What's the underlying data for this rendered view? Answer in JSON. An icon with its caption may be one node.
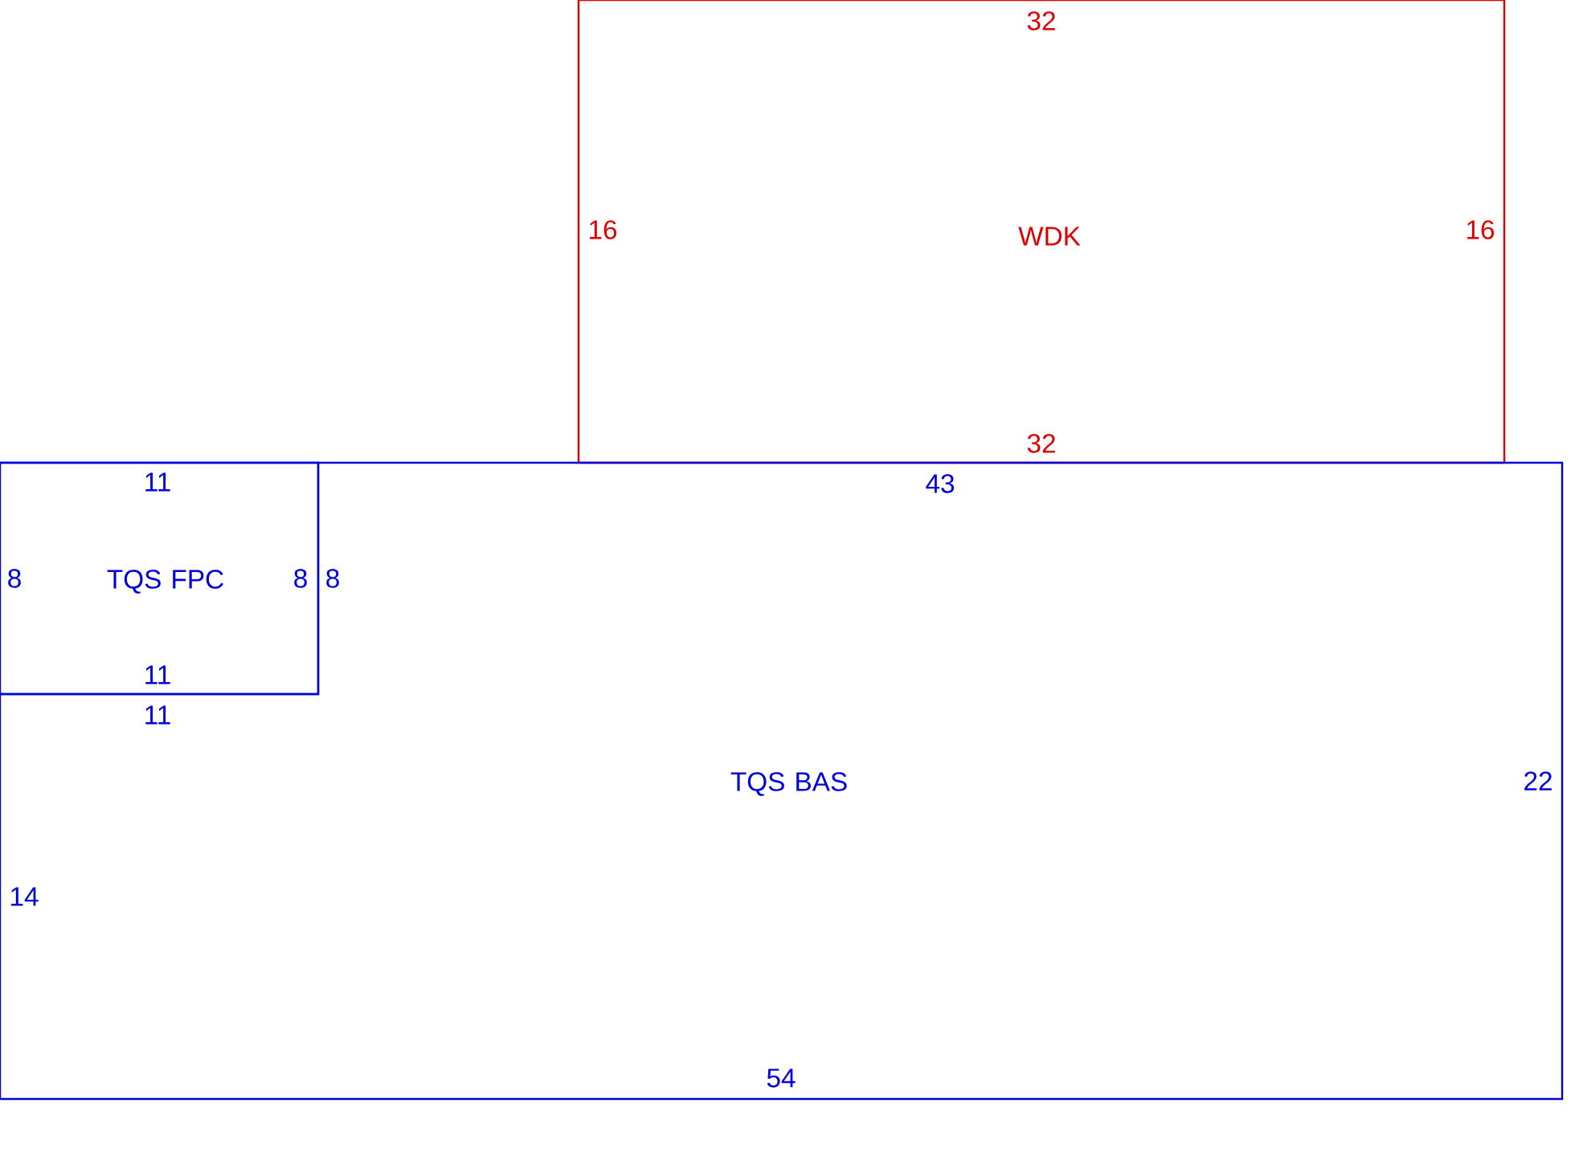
{
  "diagram": {
    "nodes": [
      {
        "text": [
          "WDK"
        ]
      },
      {
        "text": [
          "TQS FPC"
        ]
      },
      {
        "text": [
          "TQS BAS"
        ]
      }
    ],
    "labels": [
      "32",
      "16",
      "16",
      "32",
      "11",
      "43",
      "8",
      "8",
      "8",
      "11",
      "11",
      "22",
      "14",
      "54"
    ]
  }
}
